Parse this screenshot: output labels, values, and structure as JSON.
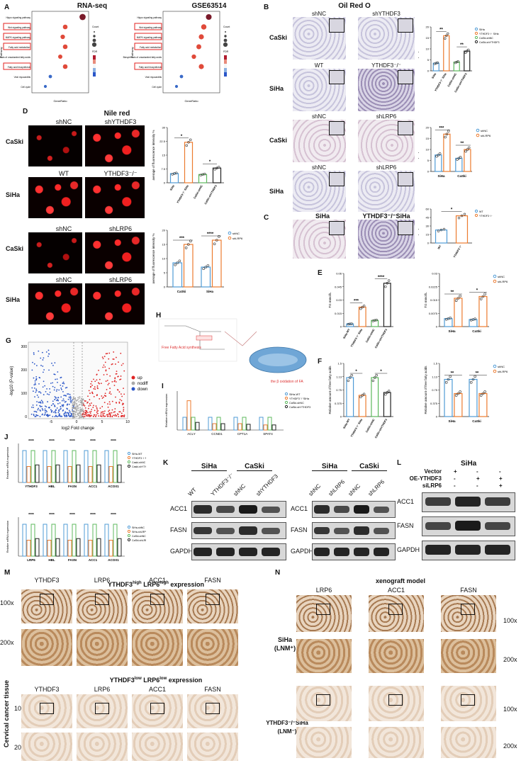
{
  "panels": {
    "A": {
      "label": "A",
      "title_left": "RNA-seq",
      "title_right": "GSE63514",
      "ylab": "Pathway",
      "xlab": "GeneRatio",
      "legend_count": "Count",
      "legend_fdr": "FDR",
      "pathways": [
        "Hippo signaling pathway",
        "Wnt signaling pathway",
        "MAPK signaling pathway",
        "Fatty acid metabolism",
        "Biosynthesis of unsaturated fatty acids",
        "Fatty acid biosynthesis",
        "Viral myocarditis",
        "Cell cycle"
      ]
    },
    "B": {
      "label": "B",
      "title": "Oil Red O",
      "col_top": [
        "shNC",
        "shYTHDF3"
      ],
      "col_mid": [
        "WT",
        "YTHDF3⁻/⁻"
      ],
      "col_lrp": [
        "shNC",
        "shLRP6"
      ],
      "col_lrp2": [
        "shNC",
        "shLRP6"
      ],
      "rows": [
        "CaSki",
        "SiHa",
        "CaSki",
        "SiHa"
      ],
      "ylab": "Oil droplet production/cells"
    },
    "C": {
      "label": "C",
      "col": [
        "SiHa",
        "YTHDF3⁻/⁻SiHa"
      ]
    },
    "D": {
      "label": "D",
      "title": "Nile red",
      "cols1": [
        "shNC",
        "shYTHDF3"
      ],
      "cols2": [
        "WT",
        "YTHDF3⁻/⁻"
      ],
      "cols3": [
        "shNC",
        "shLRP6"
      ],
      "cols4": [
        "shNC",
        "shLRP6"
      ],
      "rows": [
        "CaSki",
        "SiHa",
        "CaSki",
        "SiHa"
      ],
      "ylab": "average of fluorescence intensity %"
    },
    "E": {
      "label": "E",
      "ylab": "TG mmol/L"
    },
    "F": {
      "label": "F",
      "ylab": "Relative amount of free fatty acids"
    },
    "G": {
      "label": "G",
      "ylab": "-log10 (P-value)",
      "xlab": "log2 Fold change",
      "legend": [
        "up",
        "nodiff",
        "down"
      ]
    },
    "H": {
      "label": "H",
      "text": [
        "Free Fatty Acid synthesis",
        "the β oxidation of FA"
      ]
    },
    "I": {
      "label": "I",
      "ylab": "Relative mRNA expression",
      "legend": [
        "SiHa-WT",
        "YTHDF3⁻/⁻SiHa",
        "CaSki-shNC",
        "CaSki-shYTHDF3"
      ],
      "genes": [
        "ACLY",
        "CCND1",
        "CPT1A",
        "SPAT4"
      ]
    },
    "J": {
      "label": "J",
      "ylab": "Relative mRNA expression",
      "legend1": [
        "SiHa-WT",
        "YTHDF3⁻/⁻SiHa",
        "Caski-shNC",
        "Caski-shYTHDF3"
      ],
      "genes1": [
        "YTHDF3",
        "HBL",
        "FASN",
        "ACC1",
        "ACOX1"
      ],
      "legend2": [
        "SiHa-shNC",
        "SiHa-shLRP6",
        "CaSki-shNC",
        "CaSki-shLRP6"
      ],
      "genes2": [
        "LRP6",
        "HBL",
        "FASN",
        "ACC1",
        "ACOX1"
      ]
    },
    "K": {
      "label": "K",
      "blot1": {
        "cell_headers": [
          "SiHa",
          "CaSki"
        ],
        "lanes": [
          "WT",
          "YTHDF3⁻/⁻",
          "shNC",
          "shYTHDF3"
        ],
        "rows": [
          "ACC1",
          "FASN",
          "GAPDH"
        ]
      },
      "blot2": {
        "cell_headers": [
          "SiHa",
          "CaSki"
        ],
        "lanes": [
          "shNC",
          "shLRP6",
          "shNC",
          "shLRP6"
        ],
        "rows": [
          "ACC1",
          "FASN",
          "GAPDH"
        ]
      }
    },
    "L": {
      "label": "L",
      "header": "SiHa",
      "conditions": [
        {
          "name": "Vector",
          "signs": [
            "+",
            "-",
            "-"
          ]
        },
        {
          "name": "OE-YTHDF3",
          "signs": [
            "-",
            "+",
            "+"
          ]
        },
        {
          "name": "siLRP6",
          "signs": [
            "-",
            "-",
            "+"
          ]
        }
      ],
      "rows": [
        "ACC1",
        "FASN",
        "GAPDH"
      ]
    },
    "M": {
      "label": "M",
      "title_high": "YTHDF3high LRP6high expression",
      "title_low": "YTHDF3low LRP6low expression",
      "high_html": [
        "YTHDF3",
        "high",
        " LRP6",
        "high",
        " expression"
      ],
      "low_html": [
        "YTHDF3",
        "low",
        " LRP6",
        "low",
        " expression"
      ],
      "cols": [
        "YTHDF3",
        "LRP6",
        "ACC1",
        "FASN"
      ],
      "mags": [
        "100x",
        "200x"
      ],
      "side": "Cervical cancer tissue"
    },
    "N": {
      "label": "N",
      "title": "xenograft model",
      "cols": [
        "LRP6",
        "ACC1",
        "FASN"
      ],
      "mags": [
        "100x",
        "200x"
      ],
      "row1": "SiHa",
      "row1b": "(LNM⁺)",
      "row2": "YTHDF3⁻/⁻SiHa",
      "row2b": "(LNM⁻)"
    }
  },
  "chart_data": [
    {
      "panel": "B-top",
      "type": "bar",
      "categories": [
        "SiHa",
        "YTHDF3⁻/⁻ SiHa",
        "CaSki-shNC",
        "CaSki-shYTHDF3"
      ],
      "values": [
        3.5,
        16,
        4,
        9
      ],
      "colors": [
        "#4f9bd6",
        "#ec7b2f",
        "#5cb85c",
        "#222222"
      ],
      "ylim": [
        0,
        20
      ],
      "legend": [
        "SiHa",
        "YTHDF3⁻/⁻ SiHa",
        "CaSki-shNC",
        "CaSki-shYTHDF3"
      ],
      "sig": [
        "**",
        "**"
      ]
    },
    {
      "panel": "B-mid",
      "type": "bar",
      "categories": [
        "SiHa",
        "CaSki"
      ],
      "series": [
        {
          "name": "shNC",
          "values": [
            7.5,
            6
          ]
        },
        {
          "name": "shLRP6",
          "values": [
            17,
            10
          ]
        }
      ],
      "ylim": [
        0,
        20
      ],
      "sig": [
        "***",
        "**"
      ]
    },
    {
      "panel": "C",
      "type": "bar",
      "categories": [
        "WT",
        "YTHDF3⁻/⁻"
      ],
      "values": [
        23,
        48
      ],
      "ylim": [
        0,
        60
      ],
      "legend": [
        "WT",
        "YTHDF3⁻/⁻"
      ],
      "sig": [
        "*"
      ]
    },
    {
      "panel": "D-top",
      "type": "bar",
      "categories": [
        "SiHa",
        "YTHDF3⁻/⁻ SiHa",
        "CaSki-shNC",
        "CaSki-shYTHDF3"
      ],
      "values": [
        5,
        22,
        4.5,
        8
      ],
      "ylim": [
        0,
        30
      ],
      "sig": [
        "*",
        "*"
      ]
    },
    {
      "panel": "D-bottom",
      "type": "bar",
      "categories": [
        "CaSki",
        "SiHa"
      ],
      "series": [
        {
          "name": "shNC",
          "values": [
            8.5,
            7
          ]
        },
        {
          "name": "shLRP6",
          "values": [
            15,
            16.5
          ]
        }
      ],
      "ylim": [
        0,
        20
      ],
      "sig": [
        "***",
        "****"
      ]
    },
    {
      "panel": "E-left",
      "type": "bar",
      "categories": [
        "SiHa-WT",
        "YTHDF3⁻/⁻ SiHa",
        "CaSki-shNC",
        "CaSki-shYTHDF3"
      ],
      "values": [
        0.003,
        0.022,
        0.007,
        0.049
      ],
      "ylim": [
        0,
        0.06
      ],
      "sig": [
        "***",
        "****"
      ]
    },
    {
      "panel": "E-right",
      "type": "bar",
      "categories": [
        "SiHa",
        "CaSki"
      ],
      "series": [
        {
          "name": "shNC",
          "values": [
            0.0045,
            0.004
          ]
        },
        {
          "name": "shLRP6",
          "values": [
            0.016,
            0.017
          ]
        }
      ],
      "ylim": [
        0,
        0.03
      ],
      "sig": [
        "**",
        "*"
      ]
    },
    {
      "panel": "F-left",
      "type": "bar",
      "categories": [
        "SiHa-WT",
        "YTHDF3⁻/⁻ SiHa",
        "CaSki-shNC",
        "CaSki-shYTHDF3"
      ],
      "values": [
        1.1,
        0.6,
        1.1,
        0.68
      ],
      "ylim": [
        0,
        1.5
      ],
      "sig": [
        "*",
        "*"
      ]
    },
    {
      "panel": "F-right",
      "type": "bar",
      "categories": [
        "SiHa",
        "CaSki"
      ],
      "series": [
        {
          "name": "shNC",
          "values": [
            1.05,
            1.05
          ]
        },
        {
          "name": "shLRP6",
          "values": [
            0.65,
            0.65
          ]
        }
      ],
      "ylim": [
        0,
        1.5
      ],
      "sig": [
        "**",
        "**"
      ]
    }
  ]
}
